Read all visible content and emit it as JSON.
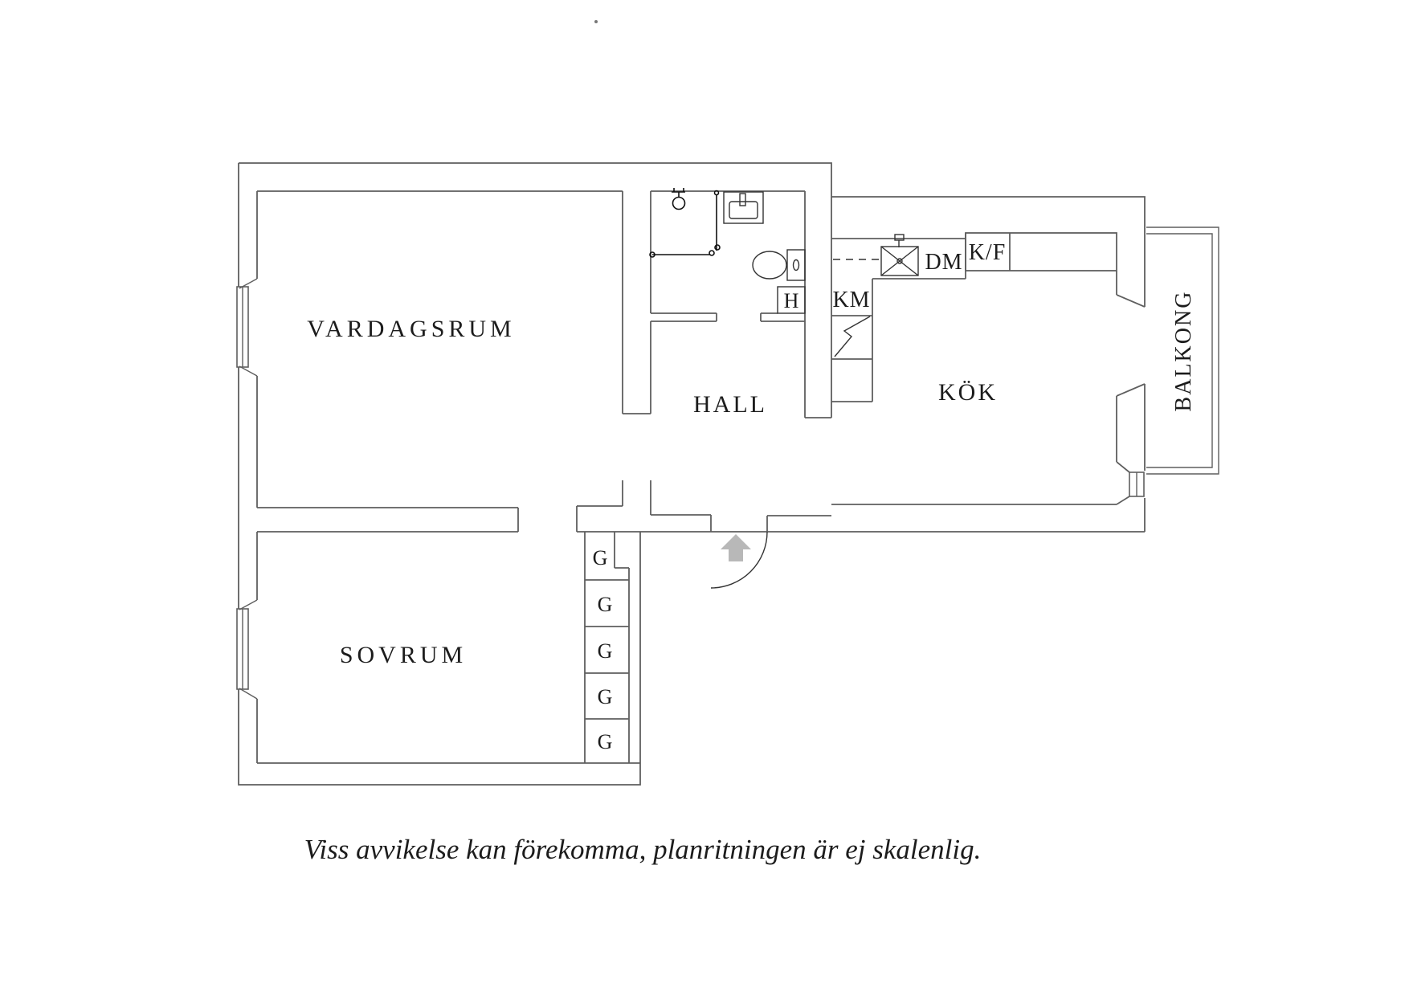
{
  "plan": {
    "rooms": [
      {
        "id": "vardagsrum",
        "label": "VARDAGSRUM"
      },
      {
        "id": "sovrum",
        "label": "SOVRUM"
      },
      {
        "id": "hall",
        "label": "HALL"
      },
      {
        "id": "kok",
        "label": "KÖK"
      },
      {
        "id": "balkong",
        "label": "BALKONG"
      }
    ],
    "appliances": [
      {
        "id": "km",
        "label": "KM"
      },
      {
        "id": "dm",
        "label": "DM"
      },
      {
        "id": "kf",
        "label": "K/F"
      },
      {
        "id": "h",
        "label": "H"
      }
    ],
    "wardrobes": [
      "G",
      "G",
      "G",
      "G",
      "G"
    ],
    "caption": "Viss avvikelse kan förekomma, planritningen är ej skalenlig."
  },
  "colors": {
    "wall": "#5f5f5f",
    "fixture": "#333333",
    "text": "#1c1c1c",
    "arrow": "#b8b8b8",
    "background": "#ffffff"
  }
}
